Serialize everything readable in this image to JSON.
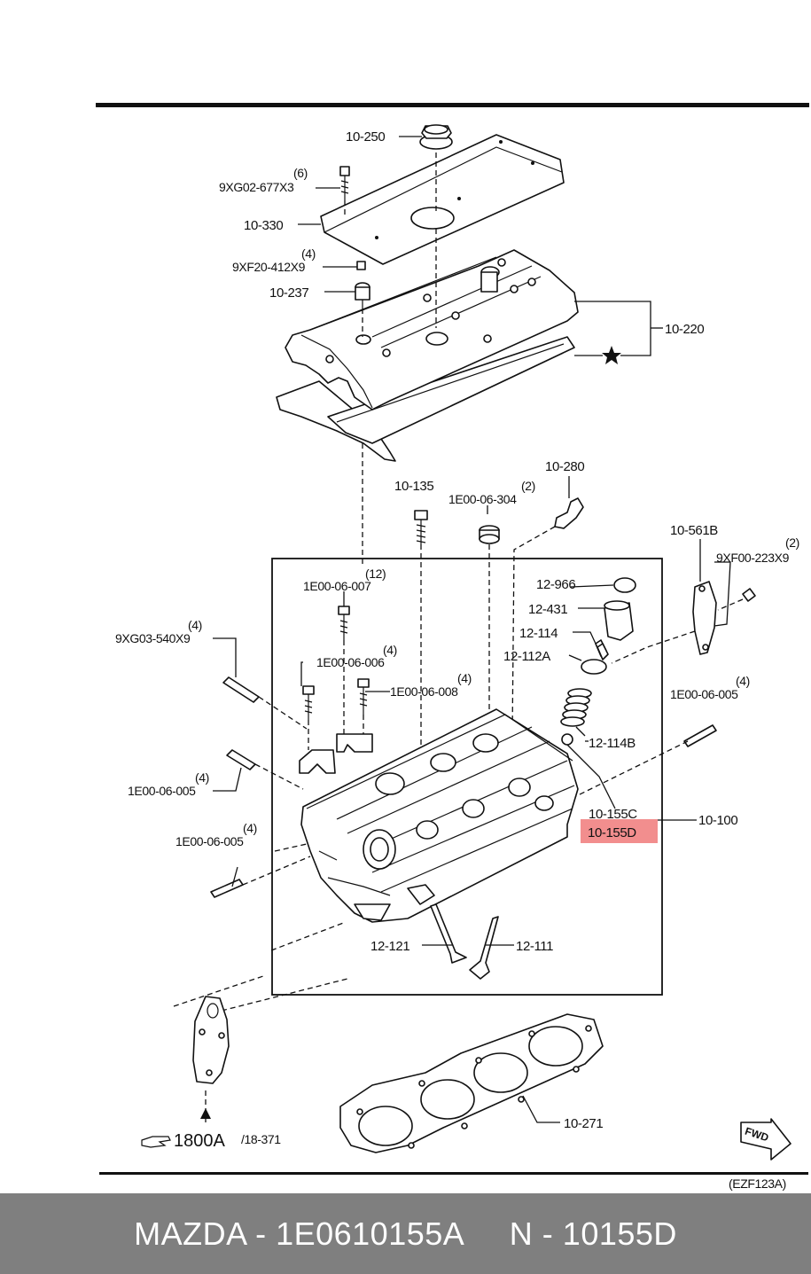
{
  "diagram": {
    "labels": {
      "p10_250": "10-250",
      "qty_6": "(6)",
      "p9xg02": "9XG02-677X3",
      "p10_330": "10-330",
      "qty_4a": "(4)",
      "p9xf20": "9XF20-412X9",
      "p10_237": "10-237",
      "p10_220": "10-220",
      "p10_280": "10-280",
      "p10_135": "10-135",
      "qty_2a": "(2)",
      "p1e00_304": "1E00-06-304",
      "p10_561b": "10-561B",
      "qty_2b": "(2)",
      "p9xf00": "9XF00-223X9",
      "qty_12": "(12)",
      "p1e00_007": "1E00-06-007",
      "p12_966": "12-966",
      "p12_431": "12-431",
      "p12_114": "12-114",
      "p12_112a": "12-112A",
      "qty_4b": "(4)",
      "p9xg03": "9XG03-540X9",
      "qty_4c": "(4)",
      "p1e00_006": "1E00-06-006",
      "qty_4d": "(4)",
      "p1e00_008": "1E00-06-008",
      "qty_4e": "(4)",
      "p1e00_005r": "1E00-06-005",
      "p12_114b": "12-114B",
      "qty_4f": "(4)",
      "p1e00_005a": "1E00-06-005",
      "qty_4g": "(4)",
      "p1e00_005b": "1E00-06-005",
      "p10_155c": "10-155C",
      "p10_155d": "10-155D",
      "p10_100": "10-100",
      "p12_121": "12-121",
      "p12_111": "12-111",
      "p10_271": "10-271",
      "ref_1800a": "1800A",
      "ref_18_371": "/18-371",
      "fwd": "FWD",
      "code": "(EZF123A)"
    },
    "highlight_color": "#f28e8e"
  },
  "footer": {
    "text": "MAZDA - 1E0610155A     N - 10155D",
    "bg_color": "#7f7f7f"
  }
}
